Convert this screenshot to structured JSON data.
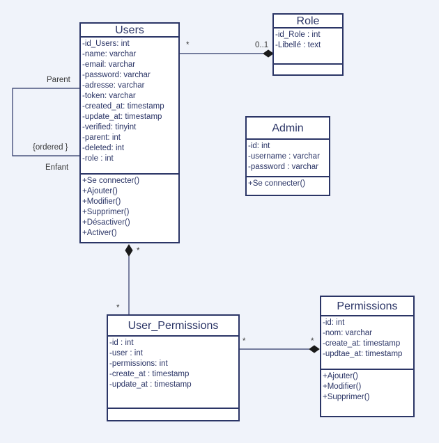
{
  "classes": {
    "users": {
      "name": "Users",
      "attributes": [
        "-id_Users: int",
        "-name: varchar",
        "-email: varchar",
        "-password: varchar",
        "-adresse: varchar",
        "-token: varchar",
        "-created_at: timestamp",
        "-update_at: timestamp",
        "-verified: tinyint",
        "-parent: int",
        "-deleted: int",
        "-role : int"
      ],
      "methods": [
        "+Se connecter()",
        "+Ajouter()",
        "+Modifier()",
        "+Supprimer()",
        "+Désactiver()",
        "+Activer()"
      ]
    },
    "role": {
      "name": "Role",
      "attributes": [
        "-id_Role : int",
        "-Libellé : text"
      ],
      "methods": []
    },
    "admin": {
      "name": "Admin",
      "attributes": [
        "-id: int",
        "-username : varchar",
        "-password : varchar"
      ],
      "methods": [
        "+Se connecter()"
      ]
    },
    "user_permissions": {
      "name": "User_Permissions",
      "attributes": [
        "-id : int",
        "-user : int",
        "-permissions: int",
        "-create_at : timestamp",
        "-update_at : timestamp"
      ],
      "methods": []
    },
    "permissions": {
      "name": "Permissions",
      "attributes": [
        "-id: int",
        "-nom: varchar",
        "-create_at: timestamp",
        "-updtae_at: timestamp"
      ],
      "methods": [
        "+Ajouter()",
        "+Modifier()",
        "+Supprimer()"
      ]
    }
  },
  "labels": {
    "users_role_star": "*",
    "users_role_mult": "0..1",
    "self_parent": "Parent",
    "self_enfant": "Enfant",
    "self_ordered": "{ordered }",
    "users_up_star": "*",
    "up_users_star": "*",
    "up_perm_star": "*",
    "perm_up_star": "*"
  }
}
